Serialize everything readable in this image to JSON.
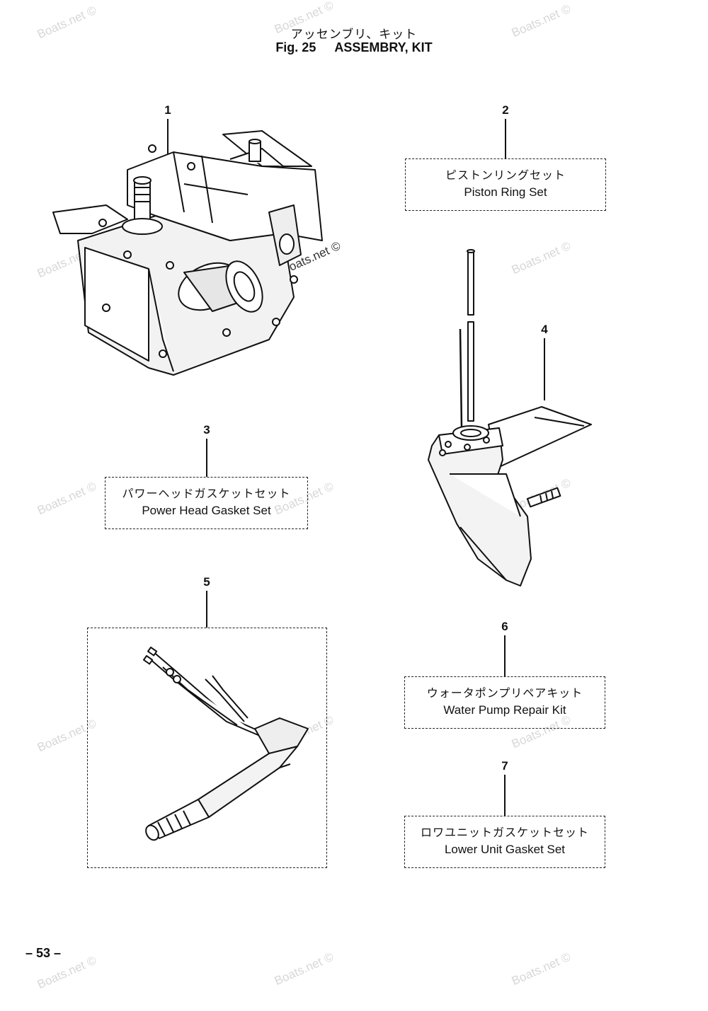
{
  "header": {
    "title_jp": "アッセンブリ、キット",
    "fig_label": "Fig. 25",
    "title_en": "ASSEMBRY, KIT"
  },
  "parts": [
    {
      "number": "1",
      "name_jp": "",
      "name_en": ""
    },
    {
      "number": "2",
      "name_jp": "ピストンリングセット",
      "name_en": "Piston Ring Set"
    },
    {
      "number": "3",
      "name_jp": "パワーヘッドガスケットセット",
      "name_en": "Power Head Gasket Set"
    },
    {
      "number": "4",
      "name_jp": "",
      "name_en": ""
    },
    {
      "number": "5",
      "name_jp": "",
      "name_en": ""
    },
    {
      "number": "6",
      "name_jp": "ウォータポンプリペアキット",
      "name_en": "Water Pump Repair Kit"
    },
    {
      "number": "7",
      "name_jp": "ロワユニットガスケットセット",
      "name_en": "Lower Unit Gasket Set"
    }
  ],
  "watermark": "Boats.net ©",
  "footer": {
    "page_number": "– 53 –"
  }
}
